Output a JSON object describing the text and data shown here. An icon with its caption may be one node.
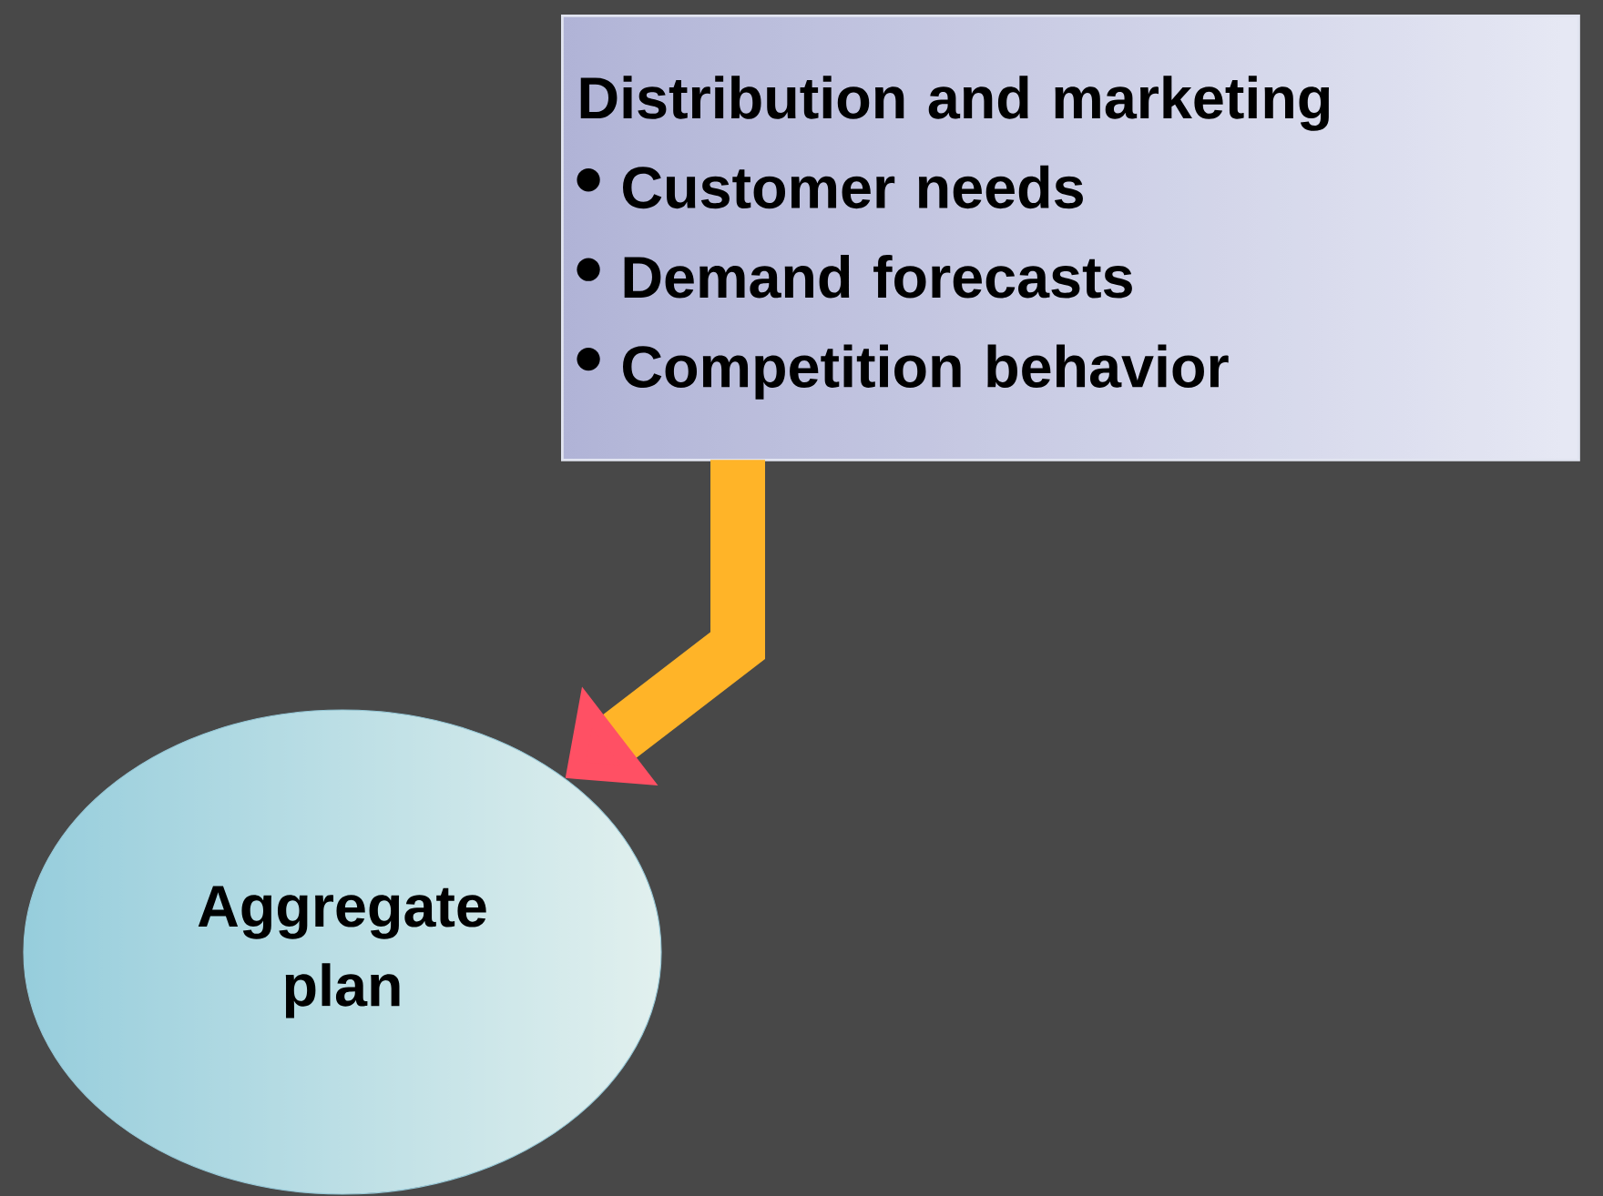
{
  "diagram": {
    "nodes": [
      {
        "text": [
          "Distribution and marketing",
          "Customer needs",
          "Demand forecasts",
          "Competition behavior"
        ]
      },
      {
        "text": [
          "Aggregate plan"
        ]
      }
    ],
    "edges": [
      {
        "from": 0,
        "to": 1,
        "arrow": "to"
      }
    ]
  }
}
